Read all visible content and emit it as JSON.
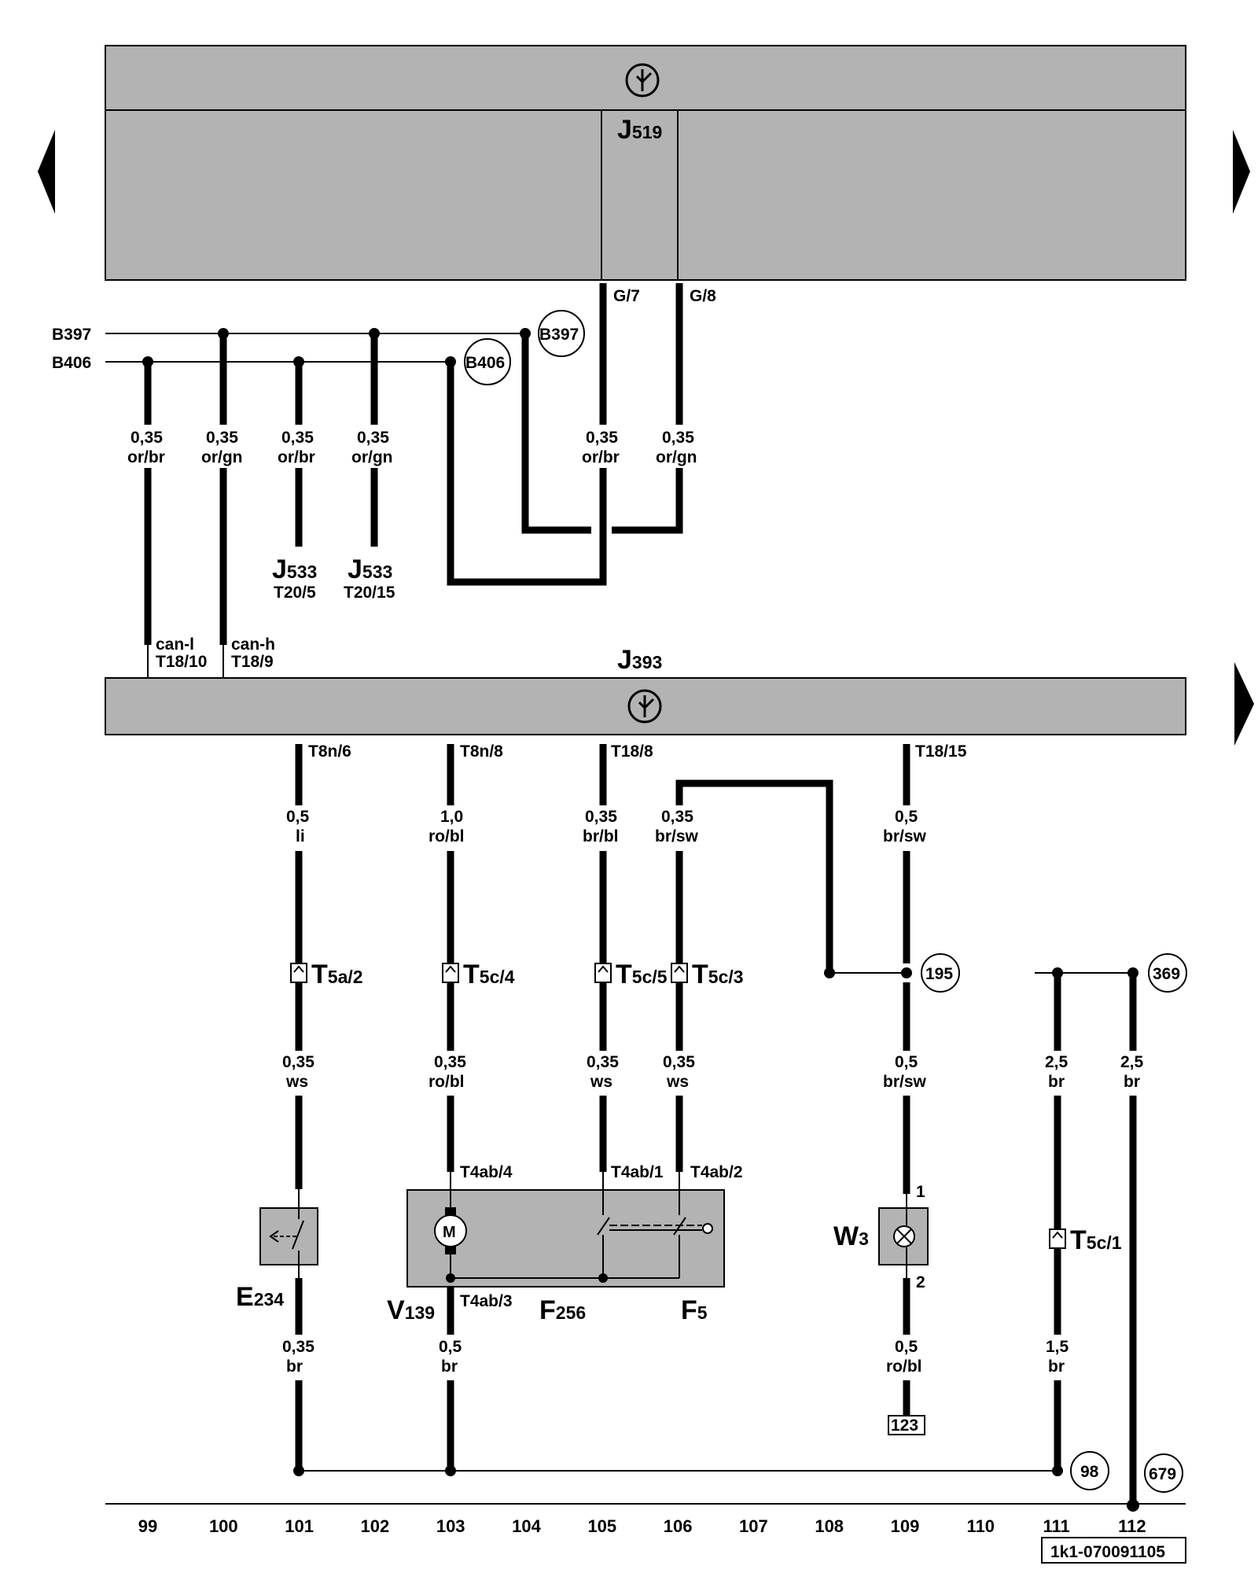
{
  "modules": {
    "top": {
      "name": "J",
      "sub": "519",
      "pins": [
        "G/7",
        "G/8"
      ]
    },
    "mid": {
      "name": "J",
      "sub": "393",
      "pins": [
        "T8n/6",
        "T8n/8",
        "T18/8",
        "T18/15"
      ]
    },
    "can_pins": [
      "can-l",
      "T18/10",
      "can-h",
      "T18/9"
    ]
  },
  "bus_labels": [
    "B397",
    "B406"
  ],
  "bus_circles": [
    "B397",
    "B406"
  ],
  "wire_labels_top": [
    [
      "0,35",
      "or/br"
    ],
    [
      "0,35",
      "or/gn"
    ],
    [
      "0,35",
      "or/br"
    ],
    [
      "0,35",
      "or/gn"
    ],
    [
      "0,35",
      "or/br"
    ],
    [
      "0,35",
      "or/gn"
    ]
  ],
  "j533": [
    {
      "name": "J",
      "sub": "533",
      "pin": "T20/5"
    },
    {
      "name": "J",
      "sub": "533",
      "pin": "T20/15"
    }
  ],
  "wire_labels_mid": [
    [
      "0,5",
      "li"
    ],
    [
      "1,0",
      "ro/bl"
    ],
    [
      "0,35",
      "br/bl"
    ],
    [
      "0,35",
      "br/sw"
    ],
    [
      "0,5",
      "br/sw"
    ]
  ],
  "connectors": [
    {
      "name": "T",
      "sub": "5a/2"
    },
    {
      "name": "T",
      "sub": "5c/4"
    },
    {
      "name": "T",
      "sub": "5c/5"
    },
    {
      "name": "T",
      "sub": "5c/3"
    },
    {
      "name": "T",
      "sub": "5c/1"
    }
  ],
  "wire_labels_low": [
    [
      "0,35",
      "ws"
    ],
    [
      "0,35",
      "ro/bl"
    ],
    [
      "0,35",
      "ws"
    ],
    [
      "0,35",
      "ws"
    ],
    [
      "0,5",
      "br/sw"
    ],
    [
      "2,5",
      "br"
    ],
    [
      "2,5",
      "br"
    ]
  ],
  "motor_pins": [
    "T4ab/4",
    "T4ab/1",
    "T4ab/2",
    "T4ab/3"
  ],
  "lamp_pins": [
    "1",
    "2"
  ],
  "components": [
    {
      "name": "E",
      "sub": "234"
    },
    {
      "name": "V",
      "sub": "139"
    },
    {
      "name": "F",
      "sub": "256"
    },
    {
      "name": "F",
      "sub": "5"
    },
    {
      "name": "W",
      "sub": "3"
    }
  ],
  "motor_symbol": "M",
  "wire_labels_bottom": [
    [
      "0,35",
      "br"
    ],
    [
      "0,5",
      "br"
    ],
    [
      "0,5",
      "ro/bl"
    ],
    [
      "1,5",
      "br"
    ]
  ],
  "refs": [
    "195",
    "369",
    "98",
    "679"
  ],
  "box_ref": "123",
  "columns": [
    "99",
    "100",
    "101",
    "102",
    "103",
    "104",
    "105",
    "106",
    "107",
    "108",
    "109",
    "110",
    "111",
    "112"
  ],
  "doc_id": "1k1-070091105"
}
